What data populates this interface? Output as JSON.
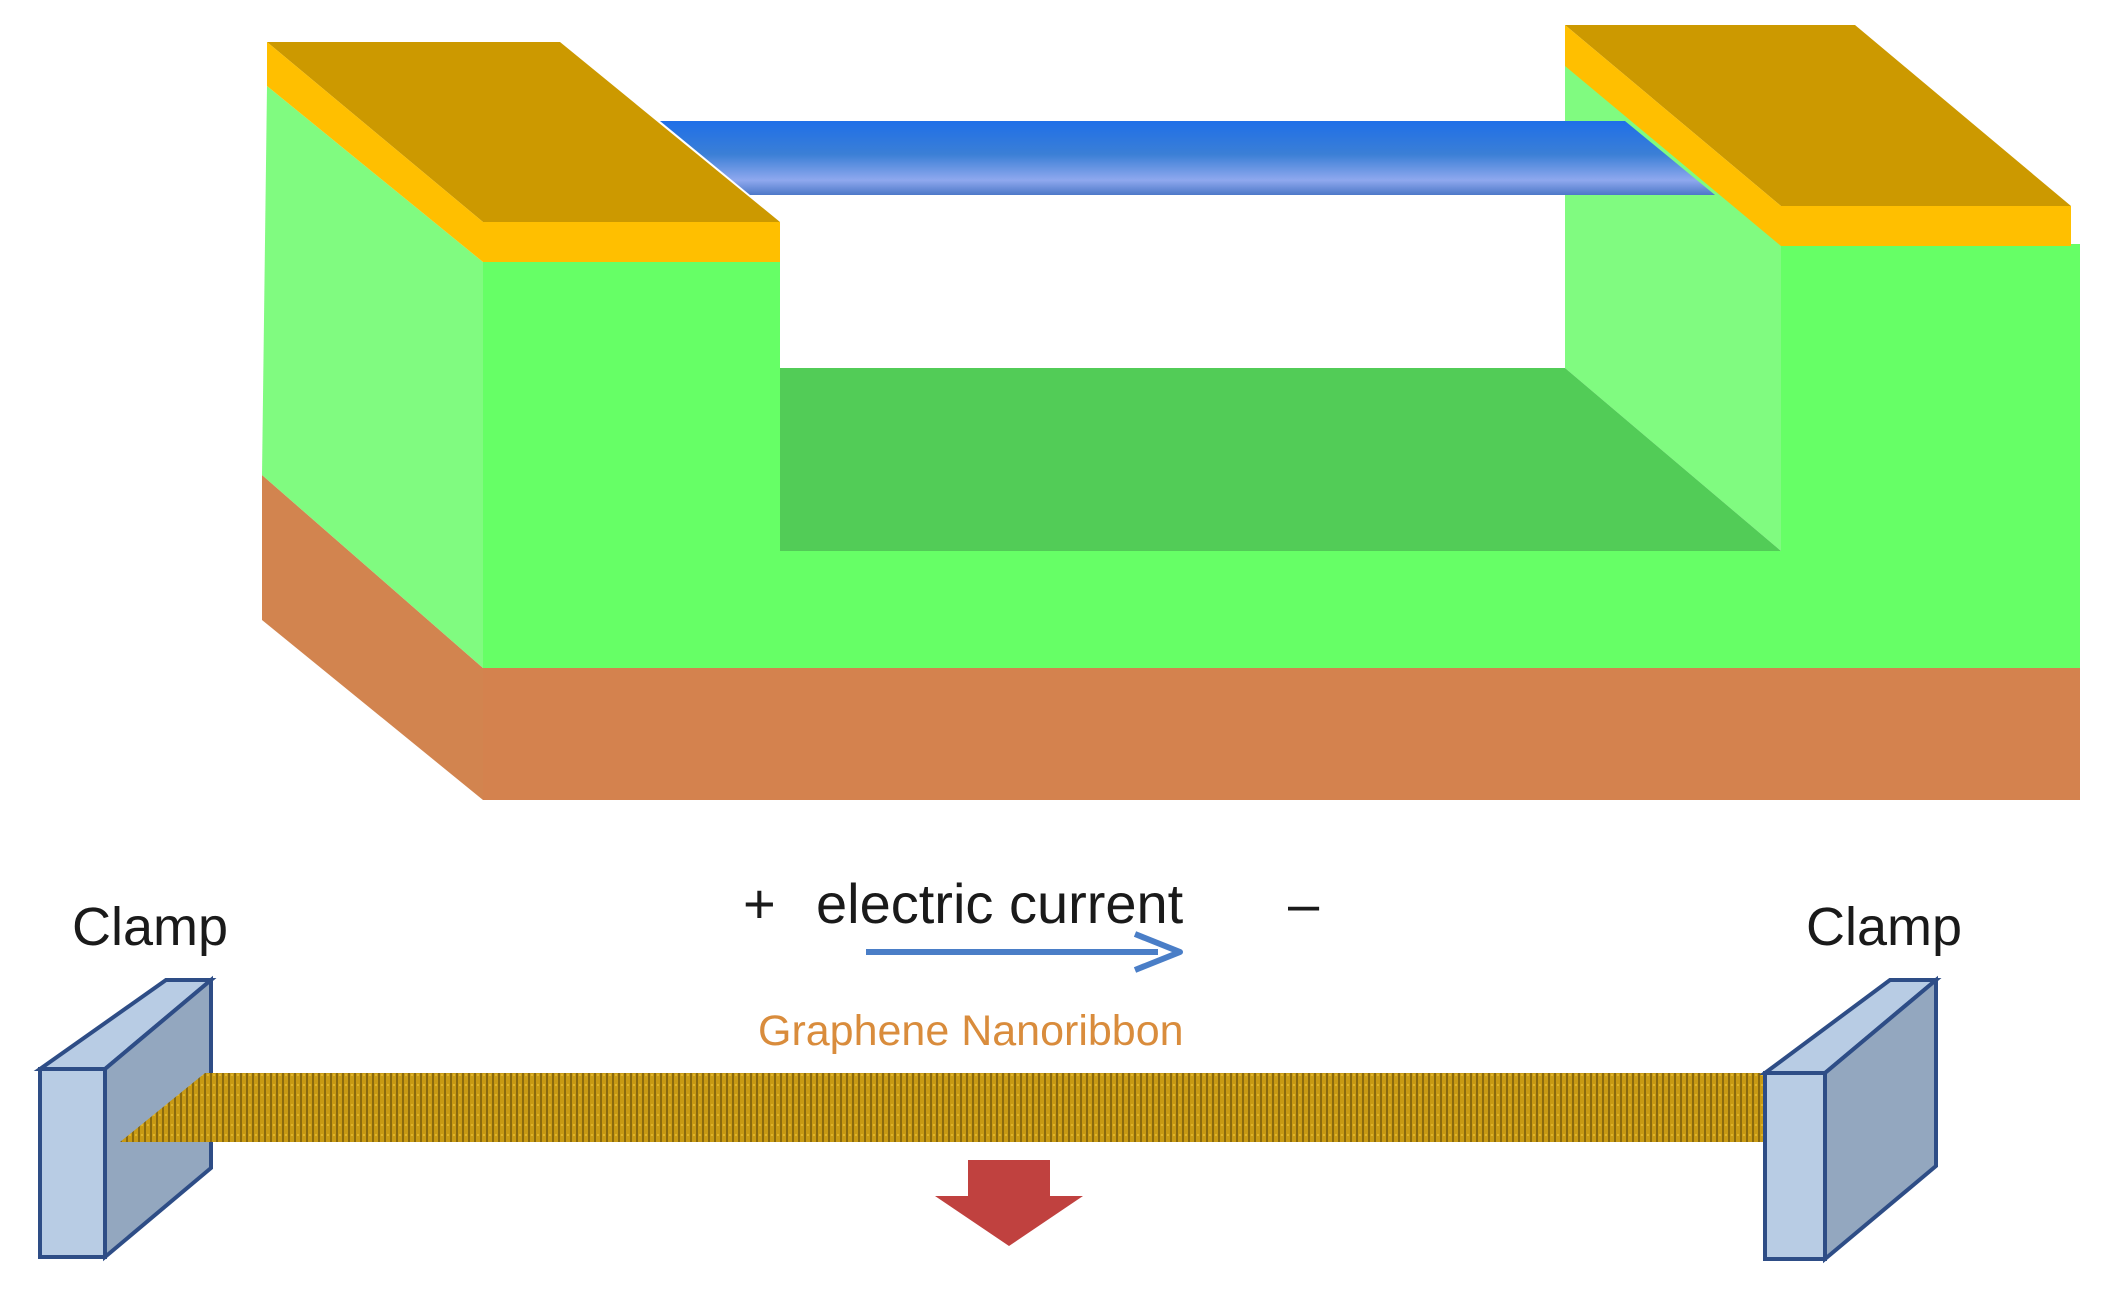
{
  "labels": {
    "clamp_left": "Clamp",
    "clamp_right": "Clamp",
    "plus": "+",
    "electric_current": "electric current",
    "minus": "–",
    "graphene_nanoribbon": "Graphene Nanoribbon"
  },
  "colors": {
    "substrate_front": "#d4824e",
    "substrate_side": "#d2844f",
    "oxide_front": "#66ff66",
    "oxide_side": "#80fb80",
    "trench_floor": "#52cc57",
    "electrode_top": "#cc9900",
    "electrode_edge": "#ffbf00",
    "suspended_ribbon": "#2a74e6",
    "current_arrow": "#4a7ec7",
    "ribbon_label": "#d98c3c",
    "nanoribbon": "#c89a14",
    "clamp_front": "#b8cce4",
    "clamp_side": "#93a7bf",
    "clamp_stroke": "#2e4d86",
    "force_arrow": "#c0413f"
  }
}
